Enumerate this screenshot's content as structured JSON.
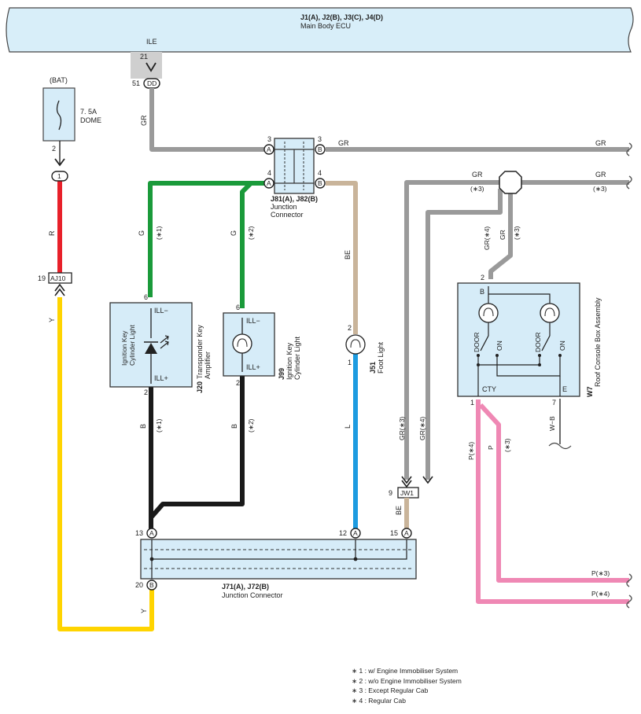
{
  "ecu": {
    "title": "J1(A), J2(B), J3(C), J4(D)",
    "name": "Main Body ECU",
    "pin_name": "ILE",
    "pin_number": "21",
    "conn_pin": "51",
    "conn_code": "DD"
  },
  "fuse": {
    "source": "(BAT)",
    "rating": "7. 5A",
    "name": "DOME",
    "pin": "2",
    "conn_pin": "1"
  },
  "aj10": {
    "pin": "19",
    "code": "AJ10"
  },
  "jw1": {
    "pin": "9",
    "code": "JW1"
  },
  "j81": {
    "title": "J81(A), J82(B)",
    "name": "Junction",
    "name2": "Connector",
    "pin_a3": "3",
    "pin_a4": "4",
    "pin_b3": "3",
    "pin_b4": "4",
    "a": "A",
    "b": "B"
  },
  "j71": {
    "title": "J71(A), J72(B)",
    "name": "Junction Connector",
    "pin13": "13",
    "pin12": "12",
    "pin15": "15",
    "pin20": "20",
    "a": "A",
    "b": "B"
  },
  "j20": {
    "code": "J20",
    "name1": "Transponder Key",
    "name2": "Amplifier",
    "inner1": "Ignition Key",
    "inner2": "Cylinder Light",
    "ill_minus": "ILL−",
    "ill_plus": "ILL+",
    "pin_top": "6",
    "pin_bottom": "2"
  },
  "j99": {
    "code": "J99",
    "name1": "Ignition Key",
    "name2": "Cylinder Light",
    "ill_minus": "ILL−",
    "ill_plus": "ILL+",
    "pin_top": "6",
    "pin_bottom": "2"
  },
  "j51": {
    "code": "J51",
    "name": "Foot Light",
    "pin_top": "2",
    "pin_bottom": "1"
  },
  "w7": {
    "code": "W7",
    "name": "Roof Console Box Assembly",
    "b": "B",
    "door": "DOOR",
    "on": "ON",
    "cty": "CTY",
    "e": "E",
    "pin_top": "2",
    "pin_cty": "1",
    "pin_e": "7"
  },
  "wires": {
    "gr": "GR",
    "g": "G",
    "r": "R",
    "y": "Y",
    "b": "B",
    "be": "BE",
    "l": "L",
    "wb": "W−B",
    "gr3": "GR(∗3)",
    "gr4": "GR(∗4)",
    "p4": "P(∗4)",
    "p": "P",
    "p3": "P(∗3)",
    "n1": "(∗1)",
    "n2": "(∗2)",
    "n3": "(∗3)",
    "star3": "∗3"
  },
  "notes": [
    "∗ 1 : w/ Engine Immobiliser System",
    "∗ 2 : w/o Engine Immobiliser System",
    "∗ 3 : Except Regular Cab",
    "∗ 4 : Regular Cab"
  ],
  "colors": {
    "gray": "#9a9a9a",
    "green": "#1a9a3a",
    "red": "#e8202a",
    "yellow": "#ffd400",
    "black": "#1a1a1a",
    "beige": "#c9b49a",
    "blue": "#1d9be0",
    "pink": "#ef88b4",
    "box": "#d6ecf8",
    "ecu_fill": "#d8eef9"
  }
}
